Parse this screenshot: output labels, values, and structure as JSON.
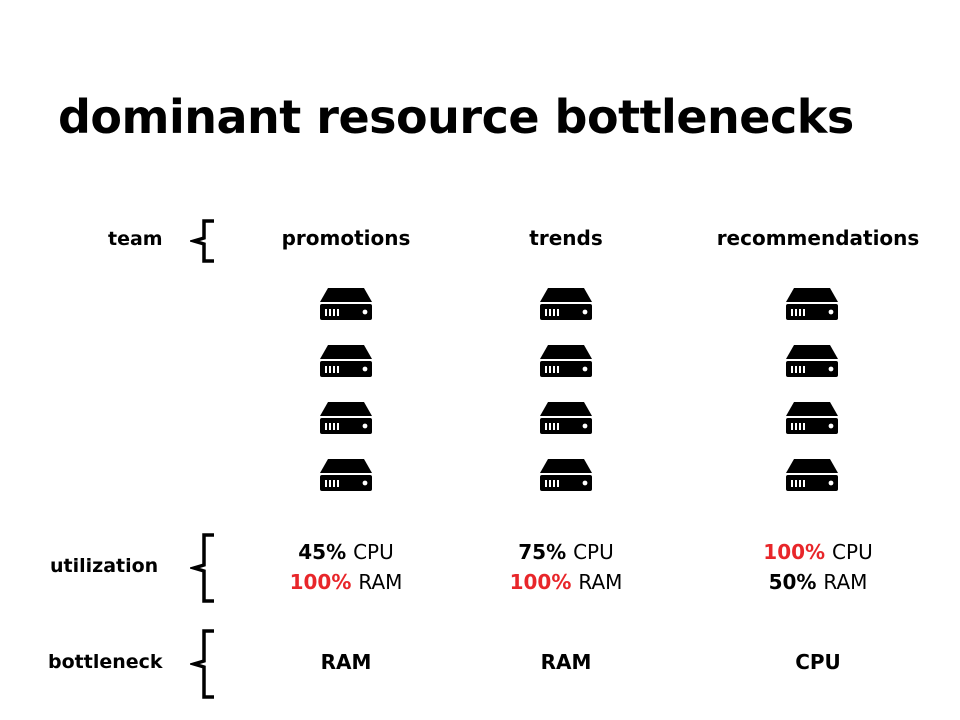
{
  "title": "dominant resource bottlenecks",
  "rows": {
    "team": "team",
    "utilization": "utilization",
    "bottleneck": "bottleneck"
  },
  "colors": {
    "highlight": "#e8262a",
    "text": "#000000"
  },
  "icons": {
    "server": "server-icon"
  },
  "teams": [
    {
      "name": "promotions",
      "servers": 4,
      "cpu": {
        "value": "45%",
        "unit": "CPU",
        "saturated": false
      },
      "ram": {
        "value": "100%",
        "unit": "RAM",
        "saturated": true
      },
      "bottleneck": "RAM"
    },
    {
      "name": "trends",
      "servers": 4,
      "cpu": {
        "value": "75%",
        "unit": "CPU",
        "saturated": false
      },
      "ram": {
        "value": "100%",
        "unit": "RAM",
        "saturated": true
      },
      "bottleneck": "RAM"
    },
    {
      "name": "recommendations",
      "servers": 4,
      "cpu": {
        "value": "100%",
        "unit": "CPU",
        "saturated": true
      },
      "ram": {
        "value": "50%",
        "unit": "RAM",
        "saturated": false
      },
      "bottleneck": "CPU"
    }
  ]
}
